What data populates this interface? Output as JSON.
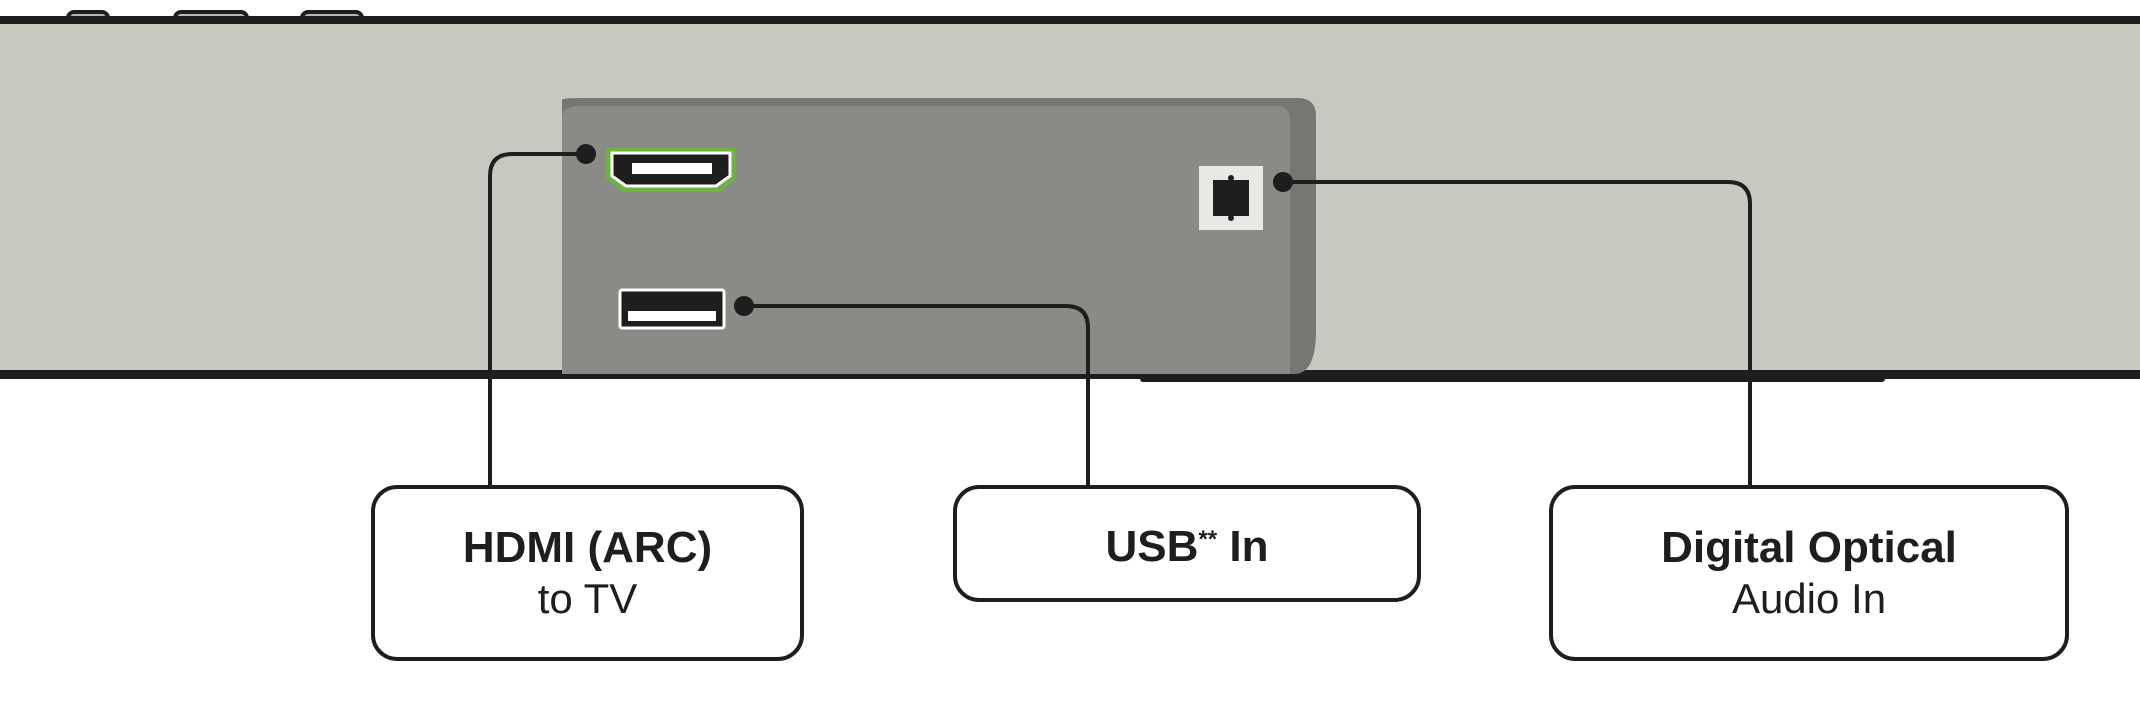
{
  "labels": {
    "hdmi": {
      "title": "HDMI (ARC)",
      "subtitle": "to TV"
    },
    "usb": {
      "title_main": "USB",
      "title_sup": "**",
      "title_end": " In"
    },
    "optical": {
      "title": "Digital Optical",
      "subtitle": "Audio In"
    }
  },
  "colors": {
    "bar": "#c8c8c0",
    "panel": "#8a8b86",
    "panel_edge": "#767673",
    "outline": "#1e1e1e",
    "hdmi_highlight": "#6db33f"
  }
}
